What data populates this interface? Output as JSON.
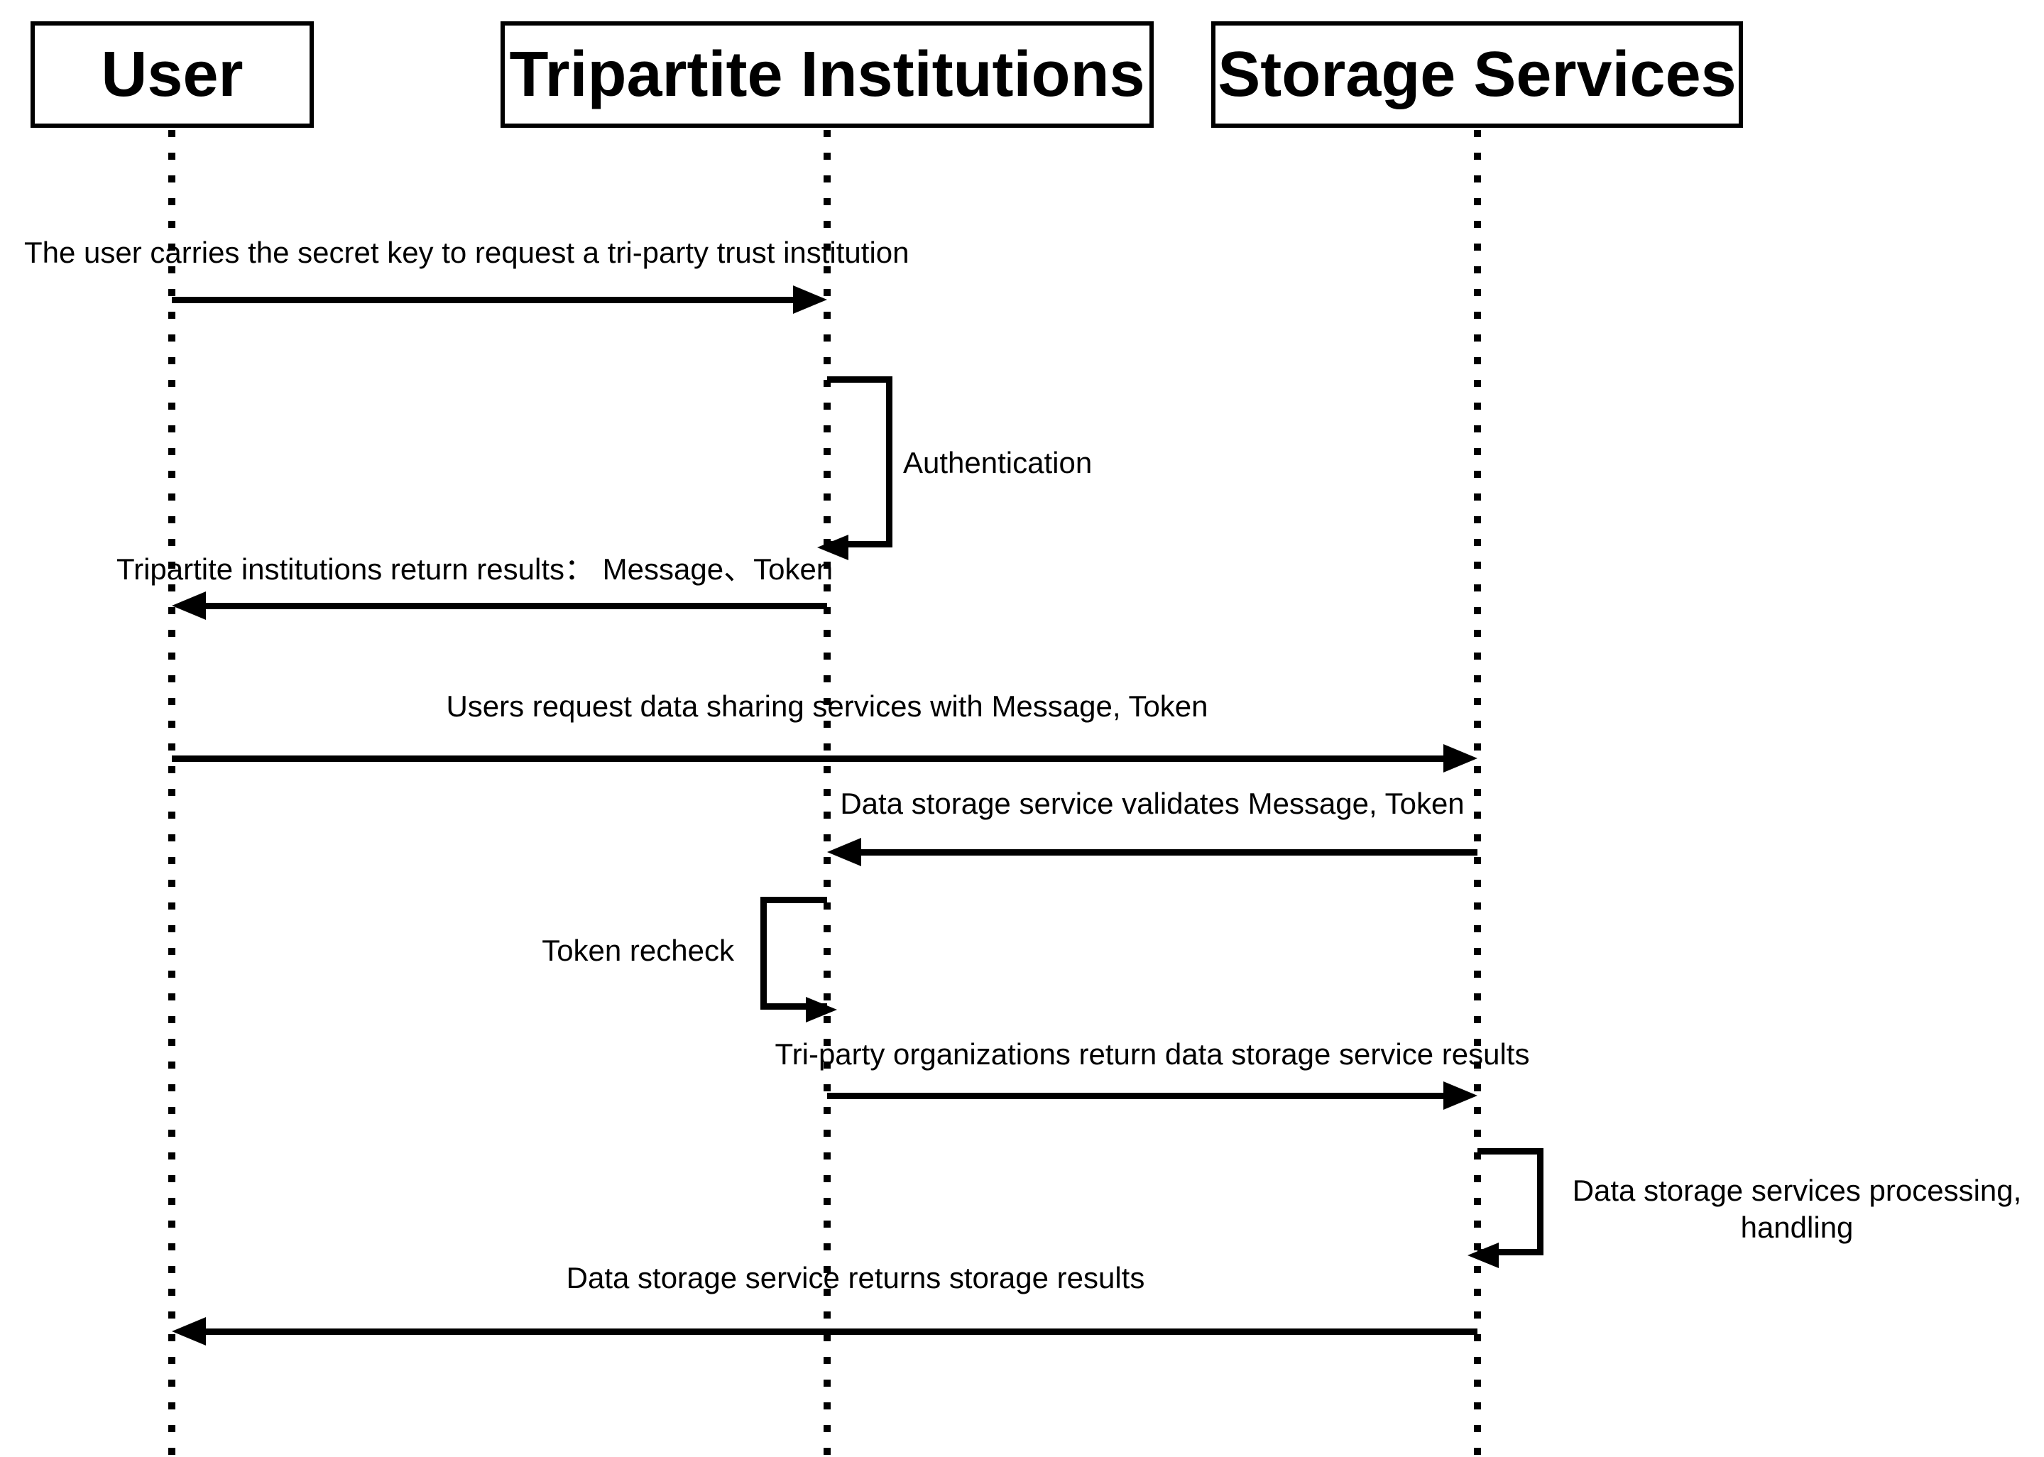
{
  "diagram": {
    "type": "sequence-diagram",
    "colors": {
      "line": "#000000",
      "background": "#ffffff",
      "text": "#000000"
    },
    "actors": [
      {
        "name": "User"
      },
      {
        "name": "Tripartite Institutions"
      },
      {
        "name": "Storage Services"
      }
    ],
    "messages": {
      "m1": {
        "from": "User",
        "to": "Tripartite Institutions",
        "direction": "right",
        "label": "The user carries the secret key to request a tri-party trust institution"
      },
      "auth_loop": {
        "actor": "Tripartite Institutions",
        "kind": "self-loop",
        "side": "right",
        "label": "Authentication"
      },
      "m2": {
        "from": "Tripartite Institutions",
        "to": "User",
        "direction": "left",
        "label": "Tripartite institutions return results： Message、Token"
      },
      "m3": {
        "from": "User",
        "to": "Storage Services",
        "direction": "right",
        "label": "Users request data sharing services with Message, Token"
      },
      "m4": {
        "from": "Storage Services",
        "to": "Tripartite Institutions",
        "direction": "left",
        "label": "Data storage service validates Message, Token"
      },
      "token_loop": {
        "actor": "Tripartite Institutions",
        "kind": "self-loop",
        "side": "left",
        "label": "Token recheck"
      },
      "m5": {
        "from": "Tripartite Institutions",
        "to": "Storage Services",
        "direction": "right",
        "label": "Tri-party organizations return data storage service results"
      },
      "storage_loop": {
        "actor": "Storage Services",
        "kind": "self-loop",
        "side": "right",
        "label": "Data storage services processing, handling"
      },
      "m6": {
        "from": "Storage Services",
        "to": "User",
        "direction": "left",
        "label": "Data storage service returns storage results"
      }
    }
  }
}
